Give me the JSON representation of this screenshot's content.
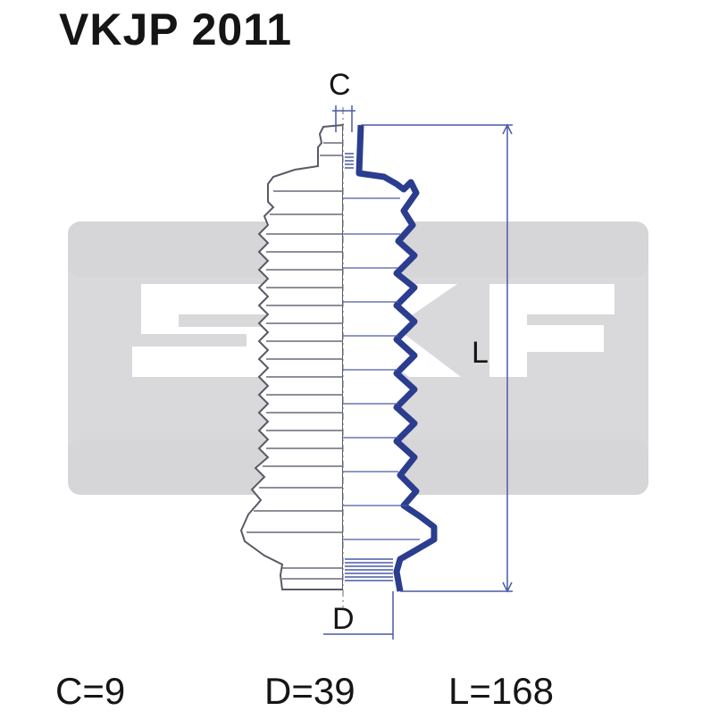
{
  "title": "VKJP 2011",
  "brand": "SKF",
  "labels": {
    "c": "C",
    "d": "D",
    "l": "L"
  },
  "dimensions": {
    "c": "C=9",
    "d": "D=39",
    "l": "L=168"
  },
  "colors": {
    "logo_grey": "#d9d9db",
    "outline_blue": "#2b3d8f",
    "line_blue": "#4a5aa8"
  }
}
